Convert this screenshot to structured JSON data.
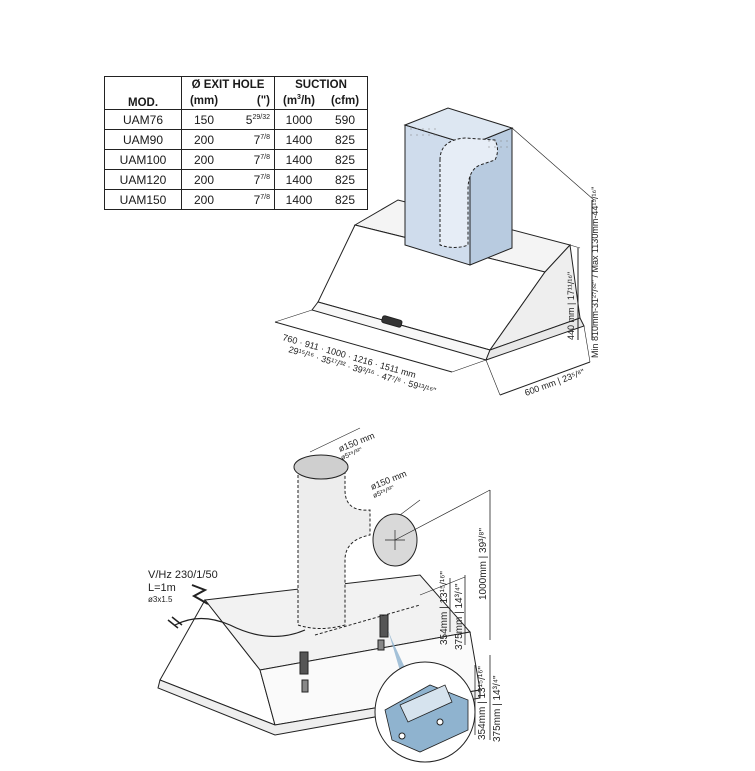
{
  "table": {
    "header_mod": "MOD.",
    "header_exit": "Ø EXIT HOLE",
    "header_suction": "SUCTION",
    "unit_mm": "(mm)",
    "unit_inch": "(\")",
    "unit_m3h": "(m³/h)",
    "unit_cfm": "(cfm)",
    "rows": [
      {
        "model": "UAM76",
        "mm": "150",
        "inch": "5",
        "inch_frac": "29/32",
        "m3h": "1000",
        "cfm": "590"
      },
      {
        "model": "UAM90",
        "mm": "200",
        "inch": "7",
        "inch_frac": "7/8",
        "m3h": "1400",
        "cfm": "825"
      },
      {
        "model": "UAM100",
        "mm": "200",
        "inch": "7",
        "inch_frac": "7/8",
        "m3h": "1400",
        "cfm": "825"
      },
      {
        "model": "UAM120",
        "mm": "200",
        "inch": "7",
        "inch_frac": "7/8",
        "m3h": "1400",
        "cfm": "825"
      },
      {
        "model": "UAM150",
        "mm": "200",
        "inch": "7",
        "inch_frac": "7/8",
        "m3h": "1400",
        "cfm": "825"
      }
    ]
  },
  "top_diagram": {
    "width_mm": "760 · 911 · 1000 · 1216 · 1511 mm",
    "width_in": "29¹⁵/¹⁶ · 35¹⁷/³² · 39³/¹⁶ · 47⁷/⁸ · 59¹³/¹⁶\"",
    "depth": "600 mm | 23⁵/⁸\"",
    "height_body": "440 mm | 17¹¹/¹⁶\"",
    "height_total": "Min 810mm-31²⁷/³²\" / Max 1130mm-44¹⁵/¹⁶\""
  },
  "bottom_diagram": {
    "duct_top": "ø150 mm",
    "duct_top_in": "ø5²⁹/³²\"",
    "duct_side": "ø150 mm",
    "duct_side_in": "ø5²⁹/³²\"",
    "power_line1": "V/Hz 230/1/50",
    "power_line2": "L=1m",
    "power_line3": "ø3x1.5",
    "height_1000": "1000mm | 39³/⁸\"",
    "bracket_354": "354mm | 13¹⁵/¹⁶\"",
    "bracket_375": "375mm | 14³/⁴\"",
    "detail_354": "354mm | 13¹⁵/¹⁶\"",
    "detail_375": "375mm | 14³/⁴\""
  },
  "colors": {
    "chimney_fill": "#cfdcec",
    "detail_blue": "#8fb3cf",
    "line": "#222222"
  }
}
